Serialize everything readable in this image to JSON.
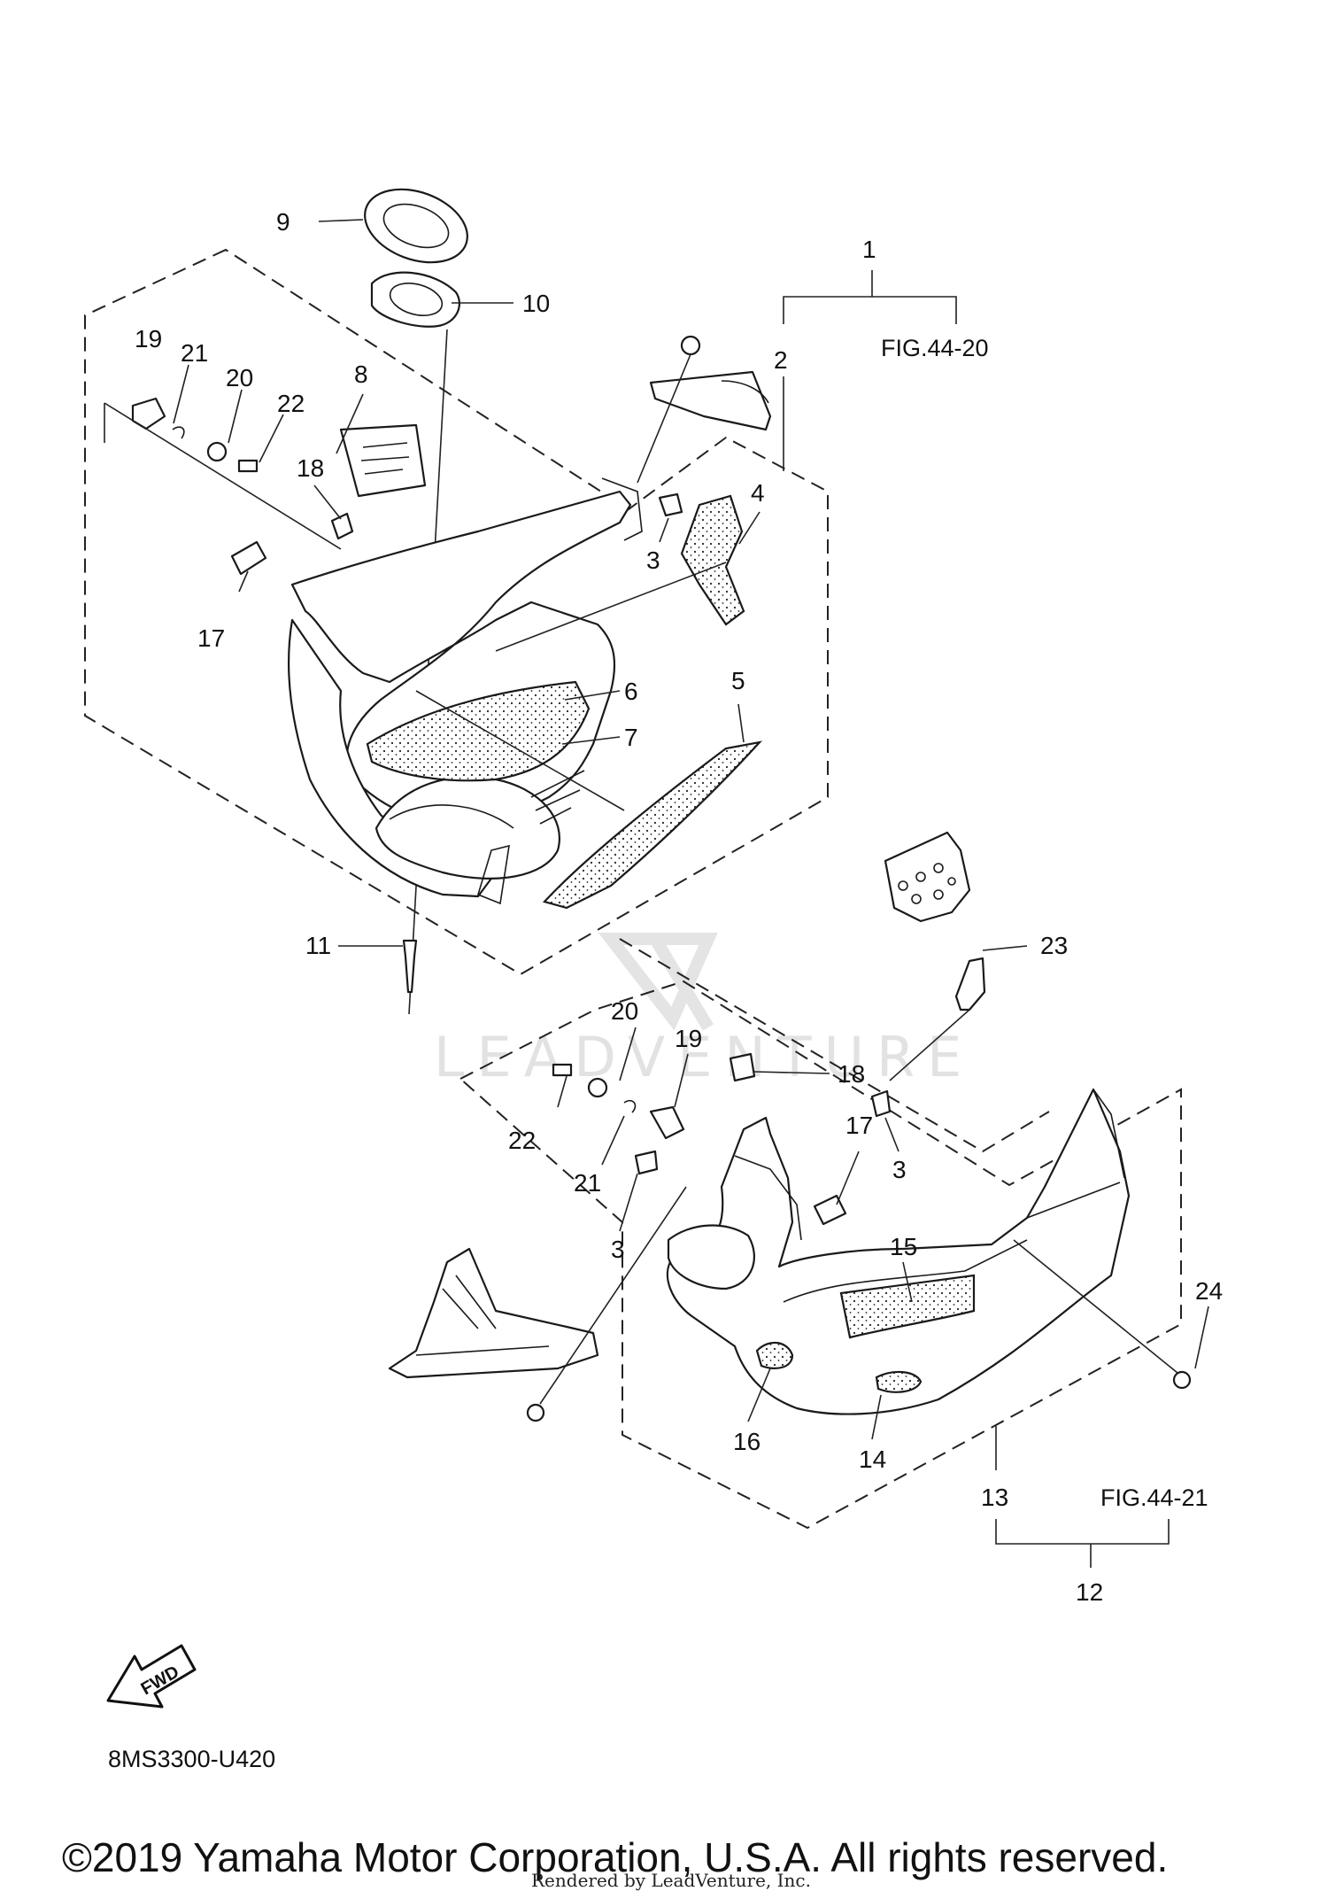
{
  "labels": {
    "l1": "1",
    "l2": "2",
    "l3a": "3",
    "l4": "4",
    "l5": "5",
    "l6": "6",
    "l7": "7",
    "l8": "8",
    "l9": "9",
    "l10": "10",
    "l11": "11",
    "l17a": "17",
    "l18a": "18",
    "l19a": "19",
    "l20a": "20",
    "l21a": "21",
    "l22a": "22",
    "l23": "23",
    "l20b": "20",
    "l19b": "19",
    "l18b": "18",
    "l22b": "22",
    "l21b": "21",
    "l17b": "17",
    "l3b": "3",
    "l3c": "3",
    "l15": "15",
    "l24": "24",
    "l16": "16",
    "l14": "14",
    "l13": "13",
    "l12": "12"
  },
  "refs": {
    "upper": "FIG.44-20",
    "lower": "FIG.44-21"
  },
  "fwd": "FWD",
  "diagram_code": "8MS3300-U420",
  "watermark": "LEADVENTURE",
  "copyright": "©2019 Yamaha Motor Corporation, U.S.A. All rights reserved.",
  "rendered_by": "Rendered by LeadVenture, Inc."
}
